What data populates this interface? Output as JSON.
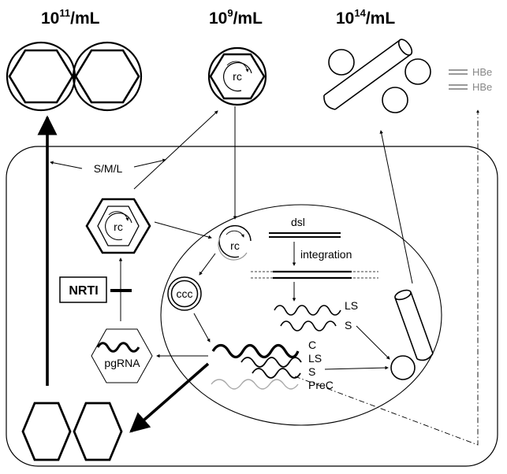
{
  "header": {
    "virions": {
      "base": "10",
      "exp": "11",
      "unit": "/mL"
    },
    "complete": {
      "base": "10",
      "exp": "9",
      "unit": "/mL"
    },
    "subviral": {
      "base": "10",
      "exp": "14",
      "unit": "/mL"
    }
  },
  "labels": {
    "sml": "S/M/L",
    "rc_top": "rc",
    "rc_cyto": "rc",
    "rc_nuc": "rc",
    "ccc": "ccc",
    "nrti": "NRTI",
    "pgrna": "pgRNA",
    "dsl": "dsl",
    "integration": "integration",
    "ls_upper": "LS",
    "s_upper": "S",
    "c": "C",
    "ls_lower": "LS",
    "s_lower": "S",
    "prec": "PreC",
    "hbe1": "HBe",
    "hbe2": "HBe"
  },
  "colors": {
    "line": "#000000",
    "hbe": "#888888",
    "background": "#ffffff"
  }
}
